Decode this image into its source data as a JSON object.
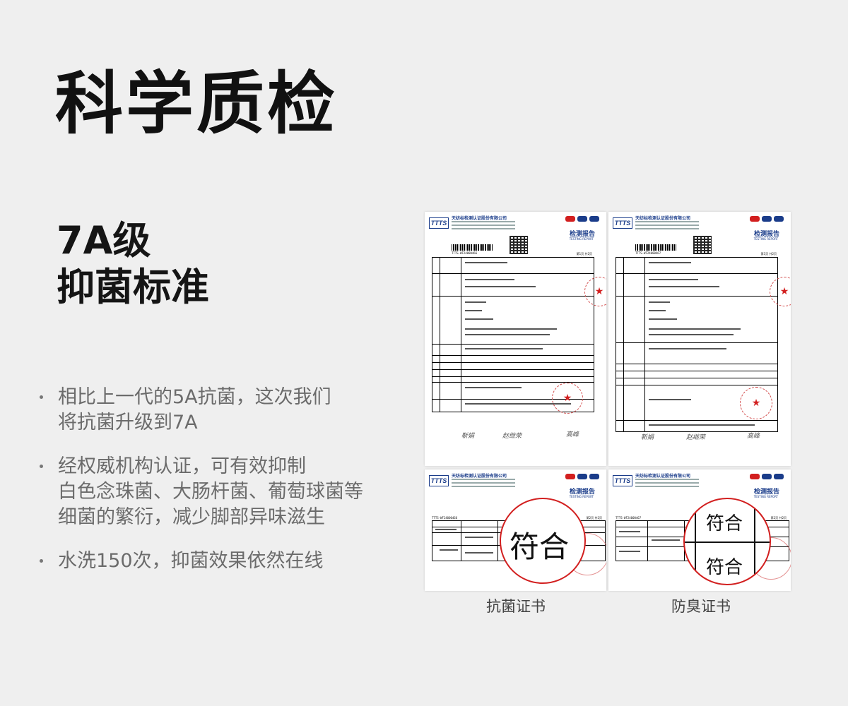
{
  "page": {
    "title": "科学质检",
    "standard_line1": "7A级",
    "standard_line2": "抑菌标准"
  },
  "bullets": [
    {
      "lines": [
        "相比上一代的5A抗菌，这次我们",
        "将抗菌升级到7A"
      ]
    },
    {
      "lines": [
        "经权威机构认证，可有效抑制",
        "白色念珠菌、大肠杆菌、葡萄球菌等",
        "细菌的繁衍，减少脚部异味滋生"
      ]
    },
    {
      "lines": [
        "水洗150次，抑菌效果依然在线"
      ]
    }
  ],
  "documents": {
    "org_name": "天纺标检测认证股份有限公司",
    "logo_text": "TTTS",
    "report_title": "检测报告",
    "report_subtitle": "TESTING REPORT",
    "page_label_1": "第1页 共2页",
    "page_label_2": "第2页 共2页",
    "doc_num_1": "TTTS-WF24000466",
    "doc_num_2": "TTTS-WF24000467",
    "signatures": [
      "靳娟",
      "赵继荣",
      "高峰"
    ],
    "badge_colors": [
      "#d21f1f",
      "#1a3c8a",
      "#1a3c8a"
    ]
  },
  "magnified": {
    "conform_text": "符合"
  },
  "captions": {
    "antibacterial": "抗菌证书",
    "anti_odor": "防臭证书"
  },
  "colors": {
    "background": "#efefef",
    "stamp_red": "#d21f1f",
    "doc_blue": "#1a3c8a"
  }
}
